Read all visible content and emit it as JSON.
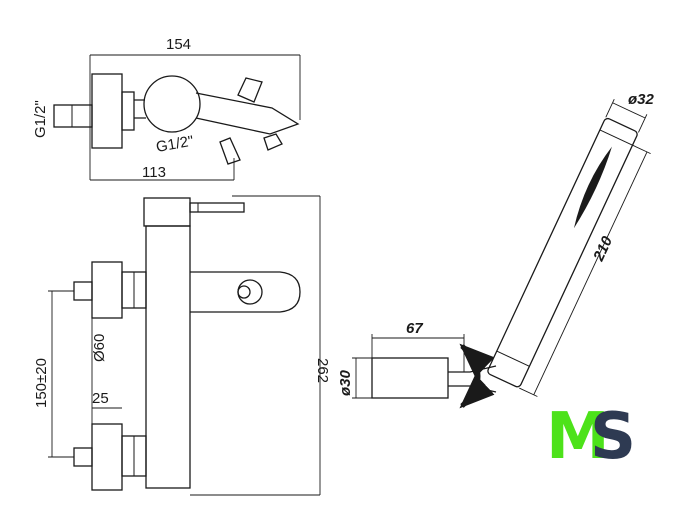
{
  "dimensions": {
    "top_width": "154",
    "thread_left": "G1/2\"",
    "thread_outlet": "G1/2\"",
    "top_depth": "113",
    "total_height": "262",
    "inlet_spacing": "150±20",
    "flange_dia": "Ø60",
    "flange_depth": "25",
    "handshower_dia": "ø32",
    "handshower_length": "210",
    "holder_length": "67",
    "holder_dia": "ø30"
  },
  "logo": {
    "letter_m": "M",
    "letter_s": "S",
    "color_m": "#4de21a",
    "color_s": "#2e3a52"
  }
}
